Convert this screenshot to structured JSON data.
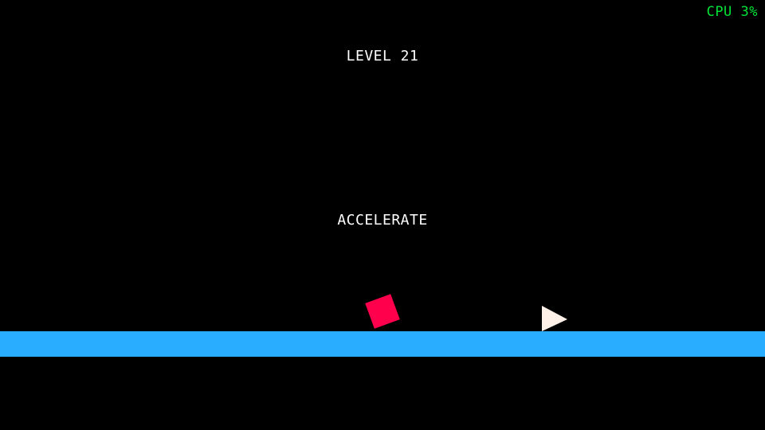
{
  "hud": {
    "cpu_label": "CPU 3%"
  },
  "level": {
    "title": "LEVEL 21"
  },
  "message": {
    "text": "ACCELERATE"
  },
  "colors": {
    "background": "#000000",
    "ground": "#29adff",
    "player": "#ff004d",
    "spike": "#fff1e8",
    "cpu_text": "#00e436",
    "text": "#ffffff"
  },
  "icons": {
    "player": "red-square-player",
    "obstacle": "white-triangle-spike"
  }
}
